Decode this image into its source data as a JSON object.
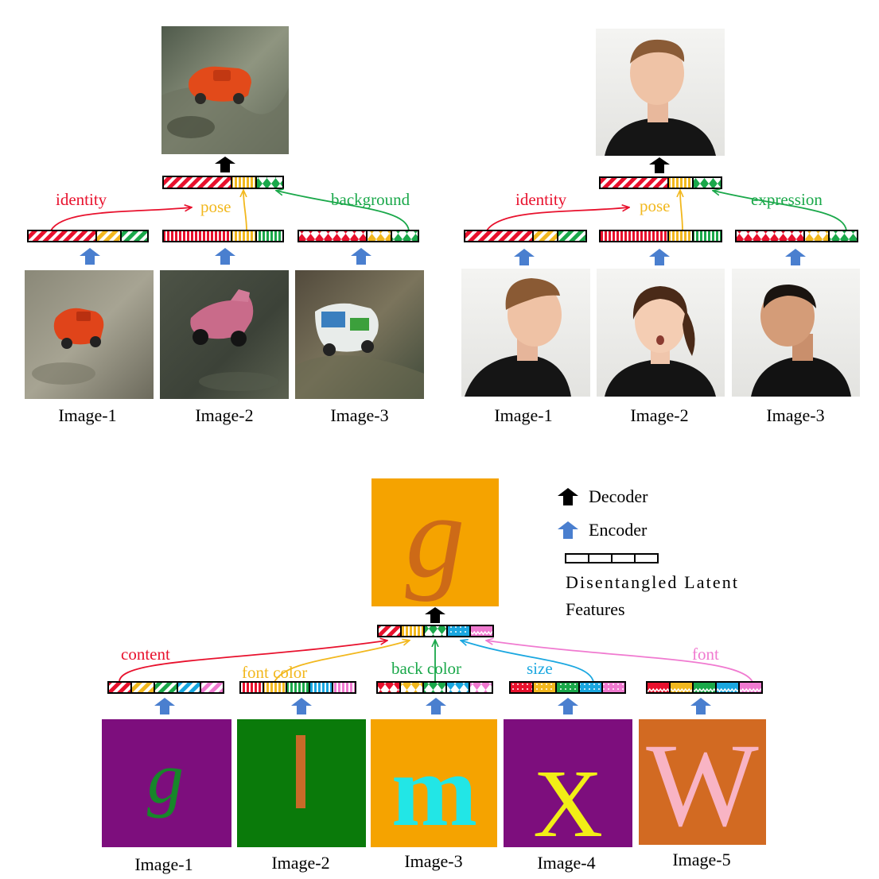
{
  "colors": {
    "red": "#e8112d",
    "yellow": "#f2b81e",
    "green": "#1aa84a",
    "blue": "#1aa7e0",
    "pink": "#f07ad0",
    "black": "#000000",
    "encoder_blue": "#4a7fcf",
    "orange_bg": "#f5a300",
    "purple_bg": "#7d0e7d",
    "dark_green_bg": "#0a7a0a",
    "rust_bg": "#d26a22"
  },
  "cars": {
    "labels": [
      "identity",
      "pose",
      "background"
    ],
    "images": [
      "Image-1",
      "Image-2",
      "Image-3"
    ]
  },
  "faces": {
    "labels": [
      "identity",
      "pose",
      "expression"
    ],
    "images": [
      "Image-1",
      "Image-2",
      "Image-3"
    ]
  },
  "fonts": {
    "labels": [
      "content",
      "font color",
      "back color",
      "size",
      "font"
    ],
    "images": [
      "Image-1",
      "Image-2",
      "Image-3",
      "Image-4",
      "Image-5"
    ],
    "letters": [
      "g",
      "l",
      "m",
      "X",
      "W"
    ],
    "output_letter": "g"
  },
  "legend": {
    "decoder": "Decoder",
    "encoder": "Encoder",
    "latent_line1": "Disentangled Latent",
    "latent_line2": "Features"
  }
}
